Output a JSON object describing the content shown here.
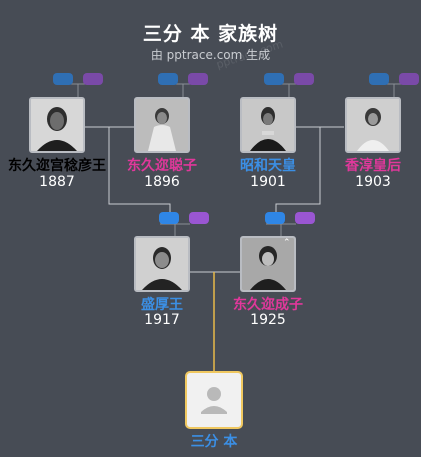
{
  "header": {
    "title": "三分 本 家族树",
    "subtitle": "由 pptrace.com 生成",
    "watermark": "pptrace.com"
  },
  "grandparents": [
    {
      "name": "东久迩宫稔彦王",
      "year": "1887",
      "gender": "male"
    },
    {
      "name": "东久迩聪子",
      "year": "1896",
      "gender": "female"
    },
    {
      "name": "昭和天皇",
      "year": "1901",
      "gender": "male"
    },
    {
      "name": "香淳皇后",
      "year": "1903",
      "gender": "female"
    }
  ],
  "parents": [
    {
      "name": "盛厚王",
      "year": "1917",
      "gender": "male"
    },
    {
      "name": "东久迩成子",
      "year": "1925",
      "gender": "female"
    }
  ],
  "self": {
    "name": "三分 本"
  },
  "colors": {
    "background": "#474c55",
    "male": "#3b8fe5",
    "female": "#e0389b",
    "self_border": "#f0c860",
    "link": "#c9ccd1",
    "self_link": "#e8b94a"
  }
}
